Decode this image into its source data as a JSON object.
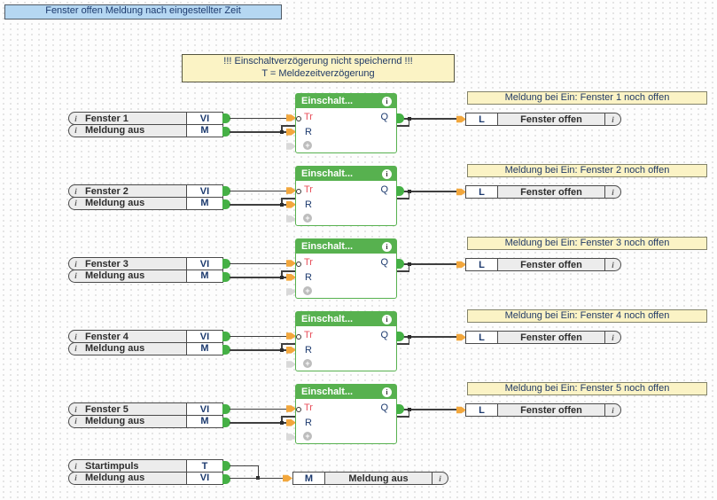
{
  "ui": {
    "info_glyph": "i",
    "plus_glyph": "+"
  },
  "title": {
    "label": "Fenster offen Meldung nach eingestellter Zeit"
  },
  "note": {
    "line1": "!!! Einschaltverzögerung nicht speichernd !!!",
    "line2": "T = Meldezeitverzögerung"
  },
  "block": {
    "header_label": "Einschalt...",
    "tr_port": "Tr",
    "reset_port": "R",
    "out_port": "Q"
  },
  "groups": [
    {
      "window_label": "Fenster 1",
      "window_port": "VI",
      "reset_label": "Meldung aus",
      "reset_port": "M",
      "out_port": "L",
      "out_label": "Fenster offen",
      "comment": "Meldung bei Ein: Fenster 1 noch offen"
    },
    {
      "window_label": "Fenster 2",
      "window_port": "VI",
      "reset_label": "Meldung aus",
      "reset_port": "M",
      "out_port": "L",
      "out_label": "Fenster offen",
      "comment": "Meldung bei Ein: Fenster 2 noch offen"
    },
    {
      "window_label": "Fenster 3",
      "window_port": "VI",
      "reset_label": "Meldung aus",
      "reset_port": "M",
      "out_port": "L",
      "out_label": "Fenster offen",
      "comment": "Meldung bei Ein: Fenster 3 noch offen"
    },
    {
      "window_label": "Fenster 4",
      "window_port": "VI",
      "reset_label": "Meldung aus",
      "reset_port": "M",
      "out_port": "L",
      "out_label": "Fenster offen",
      "comment": "Meldung bei Ein: Fenster 4 noch offen"
    },
    {
      "window_label": "Fenster 5",
      "window_port": "VI",
      "reset_label": "Meldung aus",
      "reset_port": "M",
      "out_port": "L",
      "out_label": "Fenster offen",
      "comment": "Meldung bei Ein: Fenster 5 noch offen"
    }
  ],
  "bottom": {
    "trigger_label": "Startimpuls",
    "trigger_port": "T",
    "source_label": "Meldung aus",
    "source_port": "VI",
    "out_port": "M",
    "out_label": "Meldung aus"
  },
  "colors": {
    "block_green": "#57b14f",
    "connector_green": "#45b045",
    "connector_orange": "#f2a73d",
    "comment_yellow": "#fbf3c5",
    "title_blue": "#b5d7f2",
    "wire": "#3f3f3f",
    "port_navy": "#1c3a6e",
    "trigger_red": "#e8505c"
  }
}
